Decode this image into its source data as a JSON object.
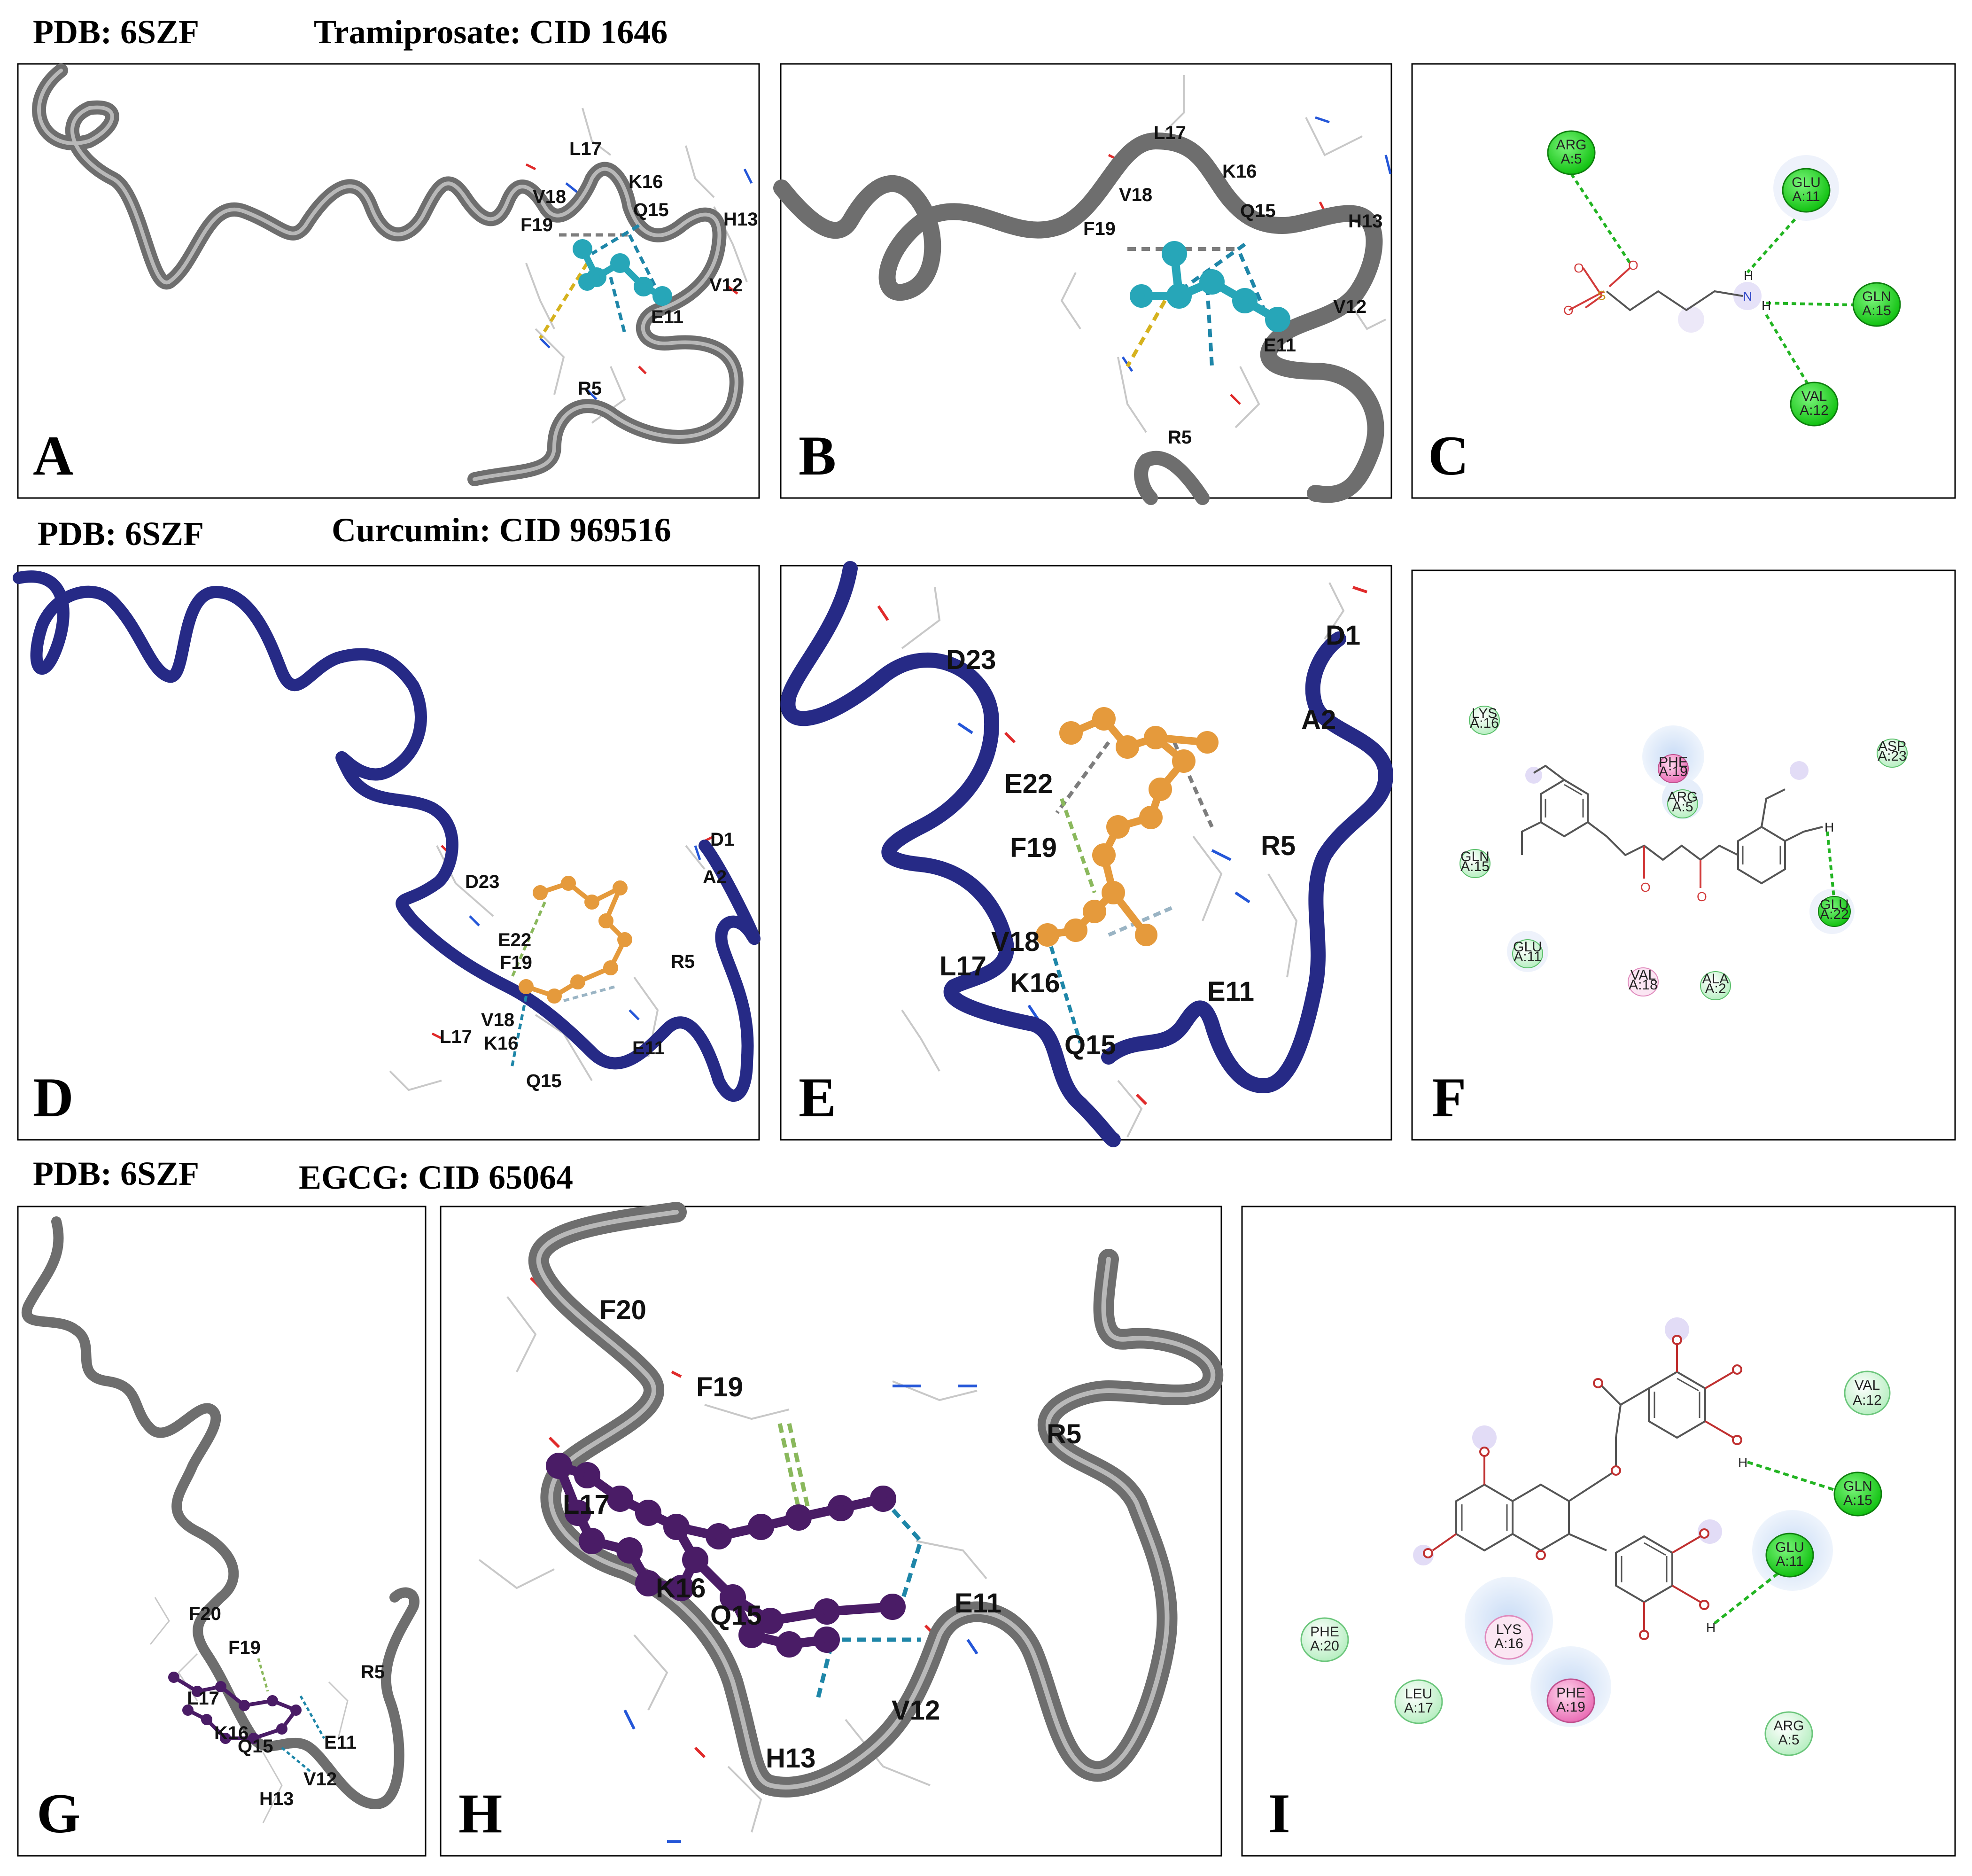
{
  "rows": [
    {
      "pdb": "PDB: 6SZF",
      "ligand": "Tramiprosate: CID 1646"
    },
    {
      "pdb": "PDB: 6SZF",
      "ligand": "Curcumin: CID 969516"
    },
    {
      "pdb": "PDB: 6SZF",
      "ligand": "EGCG: CID 65064"
    }
  ],
  "panels": {
    "A": {
      "label": "A",
      "residues": [
        "L17",
        "K16",
        "V18",
        "Q15",
        "F19",
        "H13",
        "V12",
        "E11",
        "R5"
      ]
    },
    "B": {
      "label": "B",
      "residues": [
        "L17",
        "K16",
        "V18",
        "Q15",
        "F19",
        "H13",
        "V12",
        "E11",
        "R5"
      ]
    },
    "C": {
      "label": "C",
      "nodes": [
        {
          "name": "ARG",
          "id": "A:5"
        },
        {
          "name": "GLU",
          "id": "A:11"
        },
        {
          "name": "GLN",
          "id": "A:15"
        },
        {
          "name": "VAL",
          "id": "A:12"
        }
      ],
      "atoms": [
        "S",
        "O",
        "O",
        "O",
        "N",
        "H",
        "H"
      ]
    },
    "D": {
      "label": "D",
      "residues": [
        "D23",
        "D1",
        "A2",
        "E22",
        "F19",
        "R5",
        "V18",
        "L17",
        "K16",
        "E11",
        "Q15"
      ]
    },
    "E": {
      "label": "E",
      "residues": [
        "D23",
        "D1",
        "A2",
        "E22",
        "F19",
        "R5",
        "V18",
        "L17",
        "K16",
        "E11",
        "Q15"
      ]
    },
    "F": {
      "label": "F",
      "nodes": [
        {
          "name": "LYS",
          "id": "A:16"
        },
        {
          "name": "PHE",
          "id": "A:19"
        },
        {
          "name": "ARG",
          "id": "A:5"
        },
        {
          "name": "ASP",
          "id": "A:23"
        },
        {
          "name": "GLN",
          "id": "A:15"
        },
        {
          "name": "GLU",
          "id": "A:22"
        },
        {
          "name": "GLU",
          "id": "A:11"
        },
        {
          "name": "VAL",
          "id": "A:18"
        },
        {
          "name": "ALA",
          "id": "A:2"
        }
      ],
      "atoms": [
        "H"
      ]
    },
    "G": {
      "label": "G",
      "residues": [
        "F20",
        "F19",
        "R5",
        "L17",
        "K16",
        "Q15",
        "E11",
        "V12",
        "H13"
      ]
    },
    "H": {
      "label": "H",
      "residues": [
        "F20",
        "F19",
        "R5",
        "L17",
        "K16",
        "Q15",
        "E11",
        "V12",
        "H13"
      ]
    },
    "I": {
      "label": "I",
      "nodes": [
        {
          "name": "VAL",
          "id": "A:12"
        },
        {
          "name": "GLN",
          "id": "A:15"
        },
        {
          "name": "GLU",
          "id": "A:11"
        },
        {
          "name": "PHE",
          "id": "A:20"
        },
        {
          "name": "LYS",
          "id": "A:16"
        },
        {
          "name": "LEU",
          "id": "A:17"
        },
        {
          "name": "PHE",
          "id": "A:19"
        },
        {
          "name": "ARG",
          "id": "A:5"
        }
      ],
      "atoms": [
        "H",
        "H"
      ]
    }
  },
  "colors": {
    "ribbon_gray": "#6e6e6e",
    "ribbon_navy": "#262a86",
    "tramiprosate_ligand": "#27a6b8",
    "curcumin_ligand": "#e59a3c",
    "egcg_ligand": "#4a1c66",
    "hbond_green": "#22b422",
    "hbond_blue": "#1e86a8",
    "pi_green": "#8ab85c",
    "salt_bridge_yellow": "#d6b21e",
    "residue_strong": "#19d019",
    "residue_weak": "#d7f5da",
    "residue_pink": "#f07fbf"
  }
}
